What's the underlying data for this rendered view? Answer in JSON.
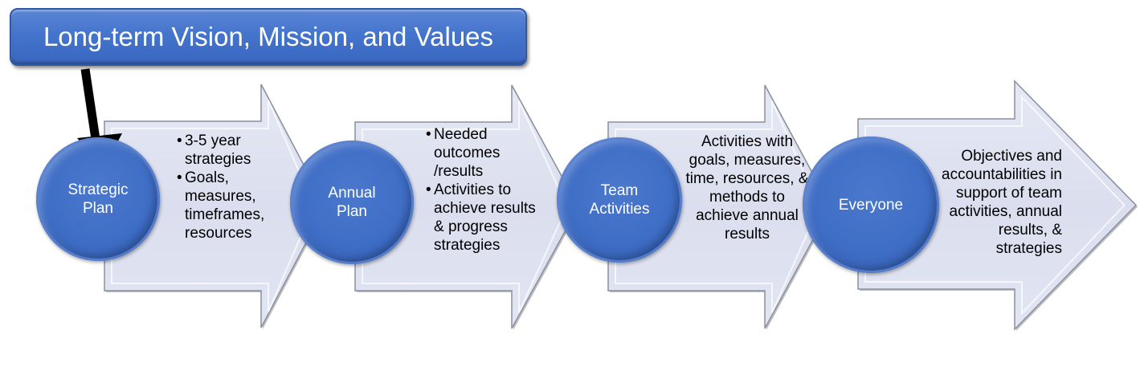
{
  "vision": {
    "title": "Long-term Vision, Mission, and Values"
  },
  "colors": {
    "circle_blue": "#3f6ec6",
    "arrow_fill": "#dfe3f1",
    "arrow_edge": "#8a8f9e",
    "pointer": "#000000"
  },
  "stages": [
    {
      "circle_lines": [
        "Strategic",
        "Plan"
      ],
      "bullets": [
        "3-5 year strategies",
        "Goals, measures, timeframes, resources"
      ]
    },
    {
      "circle_lines": [
        "Annual",
        "Plan"
      ],
      "bullets": [
        "Needed outcomes /results",
        "Activities to achieve results & progress strategies"
      ]
    },
    {
      "circle_lines": [
        "Team",
        "Activities"
      ],
      "text": "Activities with goals, measures, time, resources, & methods to achieve annual results"
    },
    {
      "circle_lines": [
        "Everyone"
      ],
      "text": "Objectives and accountabilities in support of team activities, annual results, & strategies"
    }
  ]
}
